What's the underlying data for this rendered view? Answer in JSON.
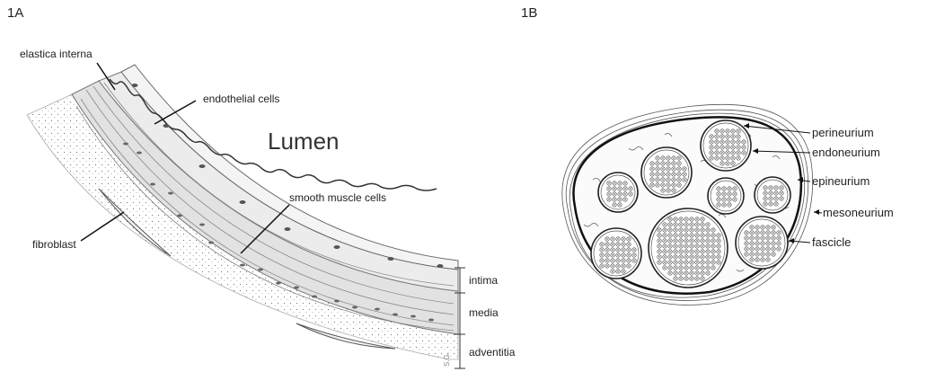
{
  "figure_a": {
    "panel_label": "1A",
    "lumen_label": "Lumen",
    "labels": {
      "elastica_interna": "elastica interna",
      "endothelial_cells": "endothelial cells",
      "smooth_muscle_cells": "smooth muscle cells",
      "fibroblast": "fibroblast",
      "intima": "intima",
      "media": "media",
      "adventitia": "adventitia"
    },
    "signature": "S.G."
  },
  "figure_b": {
    "panel_label": "1B",
    "labels": {
      "perineurium": "perineurium",
      "endoneurium": "endoneurium",
      "epineurium": "epineurium",
      "mesoneurium": "mesoneurium",
      "fascicle": "fascicle"
    }
  }
}
